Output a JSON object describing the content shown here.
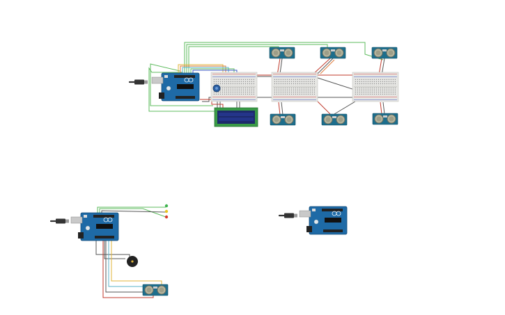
{
  "canvas": {
    "background": "#ffffff",
    "component_counts": {
      "arduino_boards": 3,
      "ultrasonic_sensors": 7,
      "breadboards": 3,
      "lcd_modules": 1,
      "potentiometers": 1,
      "buzzers": 1,
      "leds": 3
    }
  },
  "colors": {
    "arduino_board": "#1e6aa6",
    "arduino_dark": "#154b78",
    "sensor_board": "#1d6e8c",
    "sensor_eye": "#b7b7a0",
    "breadboard": "#e6e6e3",
    "breadboard_rail_red": "#d94141",
    "breadboard_rail_blue": "#3b57c4",
    "lcd_frame": "#3a9b47",
    "lcd_screen": "#1d2a6b",
    "wire_green": "#5dbb5d",
    "wire_red": "#c0392b",
    "wire_dark": "#555555",
    "wire_yellow": "#e0b63a",
    "wire_cyan": "#5ab3c9",
    "wire_orange": "#e07b39",
    "led_green": "#3fb34f",
    "led_yellow": "#e8c51e",
    "led_red": "#d63a2f",
    "usb_plug": "#333333",
    "buzzer": "#222222"
  },
  "icons": {
    "board": "arduino-uno-icon",
    "sensor": "ultrasonic-sensor-icon",
    "breadboard": "breadboard-icon",
    "lcd": "lcd-16x2-icon",
    "pot": "potentiometer-icon",
    "buzzer": "piezo-buzzer-icon",
    "led": "led-icon",
    "usb": "usb-plug-icon"
  }
}
